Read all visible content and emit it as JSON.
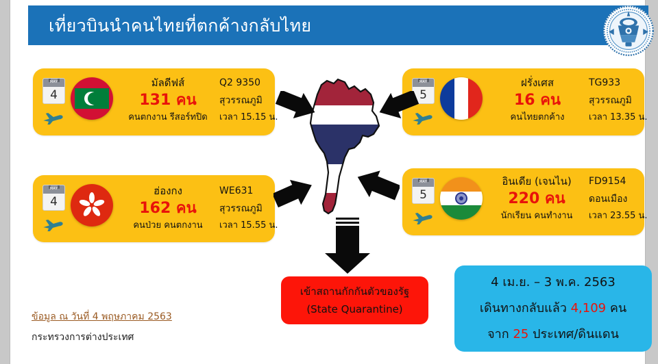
{
  "header": {
    "title": "เที่ยวบินนำคนไทยที่ตกค้างกลับไทย",
    "emblem_name": "ministry-of-foreign-affairs-seal",
    "bar_color": "#1b72b8"
  },
  "cards": [
    {
      "id": "maldives",
      "calendar_day": "4",
      "calendar_month": "MAY",
      "country": "มัลดีฟส์",
      "count": "131 คน",
      "note": "คนตกงาน รีสอร์ทปิด",
      "flight": "Q2 9350",
      "airport": "สุวรรณภูมิ",
      "time": "เวลา 15.15 น.",
      "flag_name": "maldives-flag-icon"
    },
    {
      "id": "hongkong",
      "calendar_day": "4",
      "calendar_month": "MAY",
      "country": "ฮ่องกง",
      "count": "162 คน",
      "note": "คนป่วย คนตกงาน",
      "flight": "WE631",
      "airport": "สุวรรณภูมิ",
      "time": "เวลา 15.55 น.",
      "flag_name": "hong-kong-flag-icon"
    },
    {
      "id": "france",
      "calendar_day": "5",
      "calendar_month": "MAY",
      "country": "ฝรั่งเศส",
      "count": "16 คน",
      "note": "คนไทยตกค้าง",
      "flight": "TG933",
      "airport": "สุวรรณภูมิ",
      "time": "เวลา 13.35 น.",
      "flag_name": "france-flag-icon"
    },
    {
      "id": "india",
      "calendar_day": "5",
      "calendar_month": "MAY",
      "country": "อินเดีย (เจนไน)",
      "count": "220 คน",
      "note": "นักเรียน คนทำงาน",
      "flight": "FD9154",
      "airport": "ดอนเมือง",
      "time": "เวลา 23.55 น.",
      "flag_name": "india-flag-icon"
    }
  ],
  "map": {
    "name": "thailand-map-flag",
    "arrows": [
      "arrow-top-left",
      "arrow-top-right",
      "arrow-bottom-left",
      "arrow-bottom-right",
      "arrow-down"
    ]
  },
  "quarantine": {
    "line1": "เข้าสถานกักกันตัวของรัฐ",
    "line2": "(State Quarantine)",
    "color": "#fd1509"
  },
  "summary": {
    "line1": "4 เม.ย. – 3 พ.ค. 2563",
    "line2_prefix": "เดินทางกลับแล้ว ",
    "line2_value": "4,109",
    "line2_suffix": " คน",
    "line3_prefix": "จาก ",
    "line3_value": "25",
    "line3_suffix": " ประเทศ/ดินแดน",
    "color": "#29b6e8",
    "highlight_color": "#e8130a"
  },
  "footer": {
    "date": "ข้อมูล ณ วันที่ 4 พฤษภาคม 2563",
    "ministry": "กระทรวงการต่างประเทศ"
  }
}
